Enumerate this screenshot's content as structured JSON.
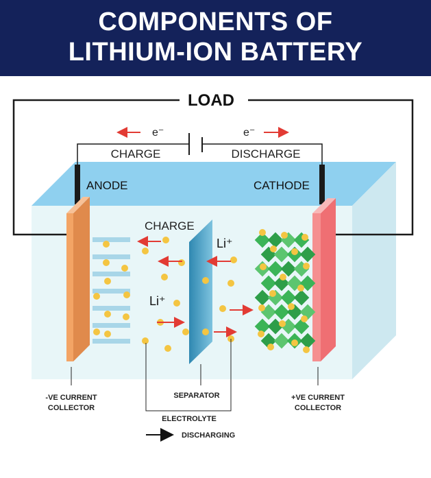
{
  "title_line1": "COMPONENTS OF",
  "title_line2": "LITHIUM-ION BATTERY",
  "labels": {
    "load": "LOAD",
    "electron_left": "e⁻",
    "electron_right": "e⁻",
    "charge_top": "CHARGE",
    "discharge_top": "DISCHARGE",
    "anode": "ANODE",
    "cathode": "CATHODE",
    "charge_mid": "CHARGE",
    "li_ion_1": "Li⁺",
    "li_ion_2": "Li⁺",
    "neg_collector_1": "-VE CURRENT",
    "neg_collector_2": "COLLECTOR",
    "separator": "SEPARATOR",
    "pos_collector_1": "+VE CURRENT",
    "pos_collector_2": "COLLECTOR",
    "electrolyte": "ELECTROLYTE",
    "legend_discharging": "DISCHARGING"
  },
  "colors": {
    "banner": "#14225a",
    "electrolyte_front": "#e8f6f8",
    "electrolyte_top": "#8fd0ef",
    "electrolyte_side": "#cde8f0",
    "anode_plate": "#f3a465",
    "cathode_plate": "#f58f90",
    "separator": "#4aa3c9",
    "anode_layers": "#a8d6e8",
    "cathode_crystals": "#3bb457",
    "lithium_ion": "#f4c542",
    "arrow": "#e23b34",
    "wire": "#1a1a1a"
  }
}
